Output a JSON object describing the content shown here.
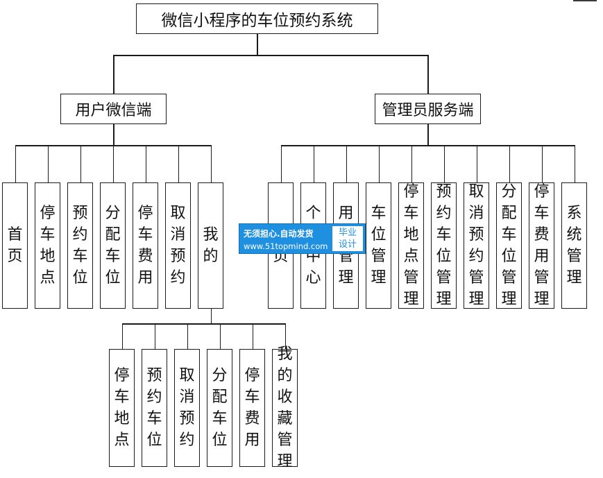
{
  "diagram": {
    "root": {
      "label": "微信小程序的车位预约系统"
    },
    "user_client": {
      "label": "用户微信端",
      "children": [
        "首页",
        "停车地点",
        "预约车位",
        "分配车位",
        "停车费用",
        "取消预约",
        "我的"
      ],
      "my_children": [
        "停车地点",
        "预约车位",
        "取消预约",
        "分配车位",
        "停车费用",
        "我的收藏管理"
      ]
    },
    "admin_client": {
      "label": "管理员服务端",
      "children": [
        "首页",
        "个人中心",
        "用户管理",
        "车位管理",
        "停车地点管理",
        "预约车位管理",
        "取消预约管理",
        "分配车位管理",
        "停车费用管理",
        "系统管理"
      ]
    }
  },
  "watermark": {
    "line1": "无须担心.自动发货",
    "line2": "www.51topmind.com",
    "badge": "毕业设计",
    "colors": {
      "background": "#1f8fe0",
      "text": "#ffffff"
    }
  }
}
